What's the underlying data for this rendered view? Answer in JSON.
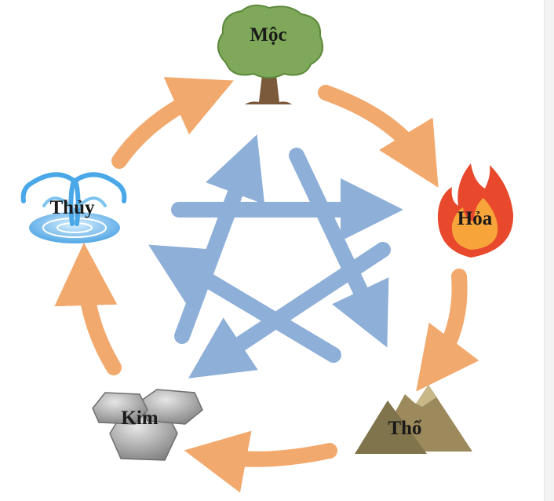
{
  "elements": {
    "moc": {
      "label": "Mộc",
      "icon": "tree-icon"
    },
    "hoa": {
      "label": "Hỏa",
      "icon": "fire-icon"
    },
    "tho": {
      "label": "Thổ",
      "icon": "mountain-icon"
    },
    "kim": {
      "label": "Kim",
      "icon": "metal-ingots-icon"
    },
    "thuy": {
      "label": "Thủy",
      "icon": "water-fountain-icon"
    }
  },
  "colors": {
    "generating_arrow": "#f2a96e",
    "controlling_arrow": "#8eafd8",
    "tree_foliage": "#7fa85a",
    "tree_trunk": "#7a5a3a",
    "fire_outer": "#e8492d",
    "fire_inner": "#f7a43a",
    "mountain": "#9c8a5c",
    "metal": "#9b9b9b",
    "water": "#4aa8e8"
  }
}
